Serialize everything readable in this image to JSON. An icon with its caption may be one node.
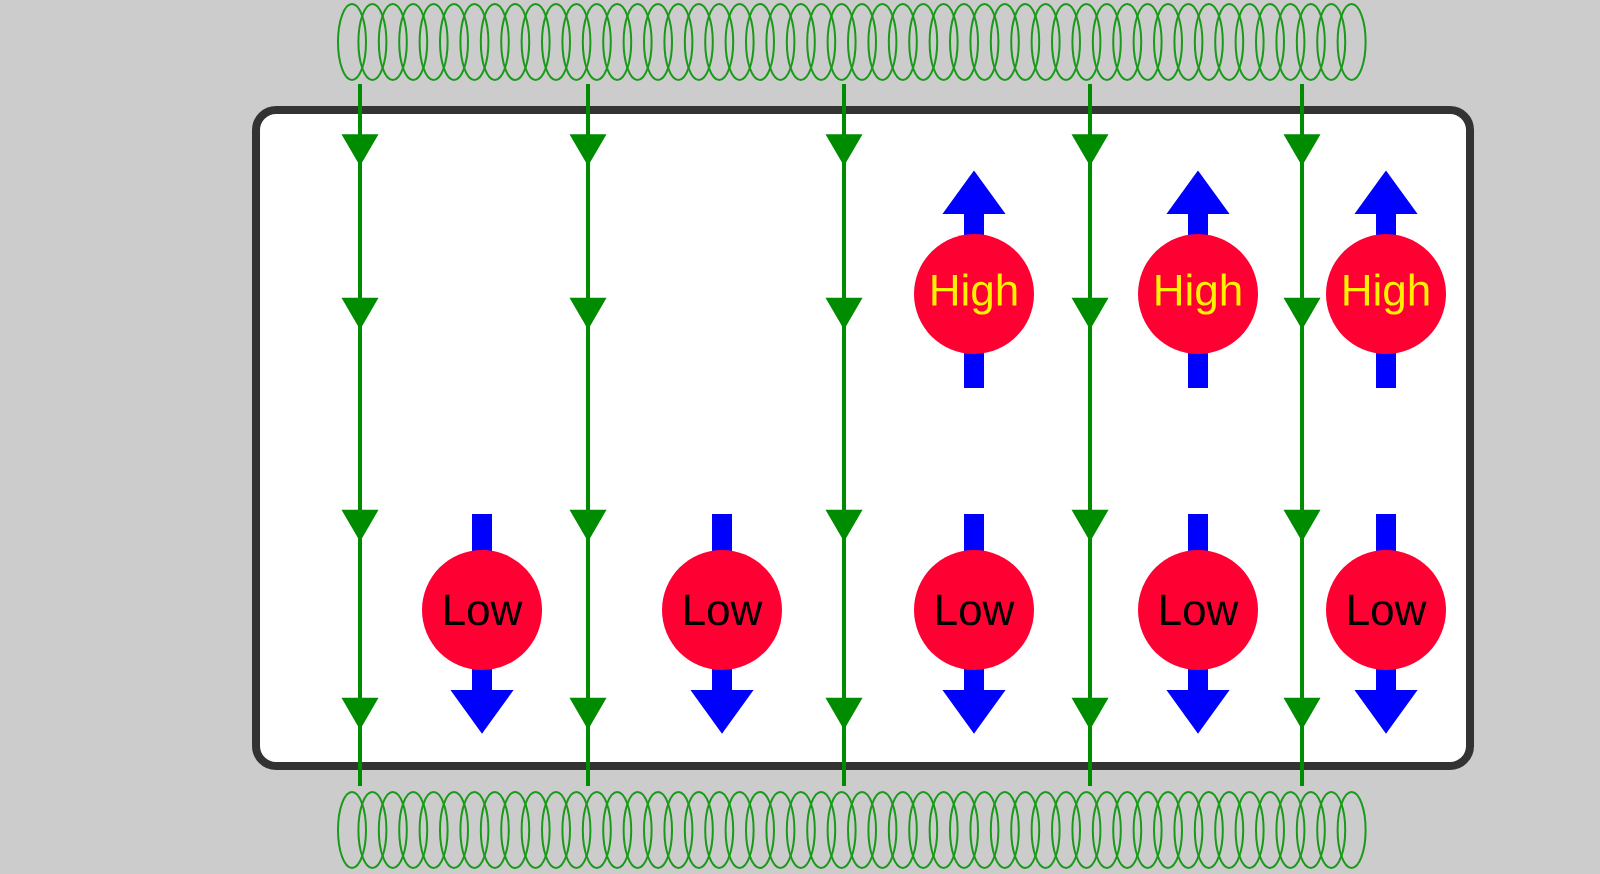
{
  "diagram": {
    "nodes": [
      {
        "text": [
          "High"
        ]
      },
      {
        "text": [
          "High"
        ]
      },
      {
        "text": [
          "High"
        ]
      },
      {
        "text": [
          "Low"
        ]
      },
      {
        "text": [
          "Low"
        ]
      },
      {
        "text": [
          "Low"
        ]
      },
      {
        "text": [
          "Low"
        ]
      },
      {
        "text": [
          "Low"
        ]
      }
    ]
  }
}
